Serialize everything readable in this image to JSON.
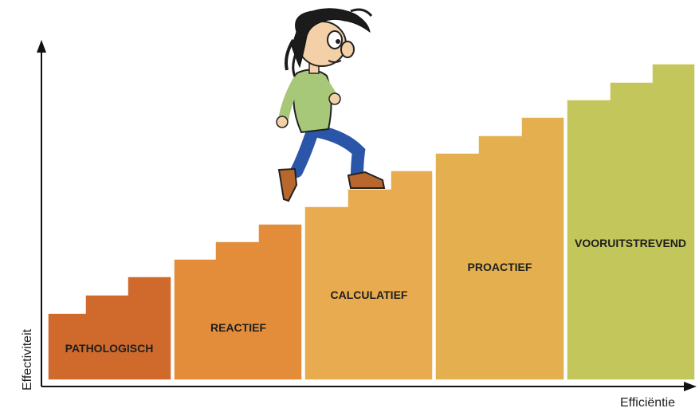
{
  "axes": {
    "y_label": "Effectiviteit",
    "x_label": "Efficiëntie"
  },
  "stages": [
    {
      "label": "PATHOLOGISCH",
      "color": "#d06a2c"
    },
    {
      "label": "REACTIEF",
      "color": "#e38d3a"
    },
    {
      "label": "CALCULATIEF",
      "color": "#e9ab4f"
    },
    {
      "label": "PROACTIEF",
      "color": "#e4b04f"
    },
    {
      "label": "VOORUITSTREVEND",
      "color": "#c3c65a"
    }
  ],
  "illustration": "walking-character"
}
